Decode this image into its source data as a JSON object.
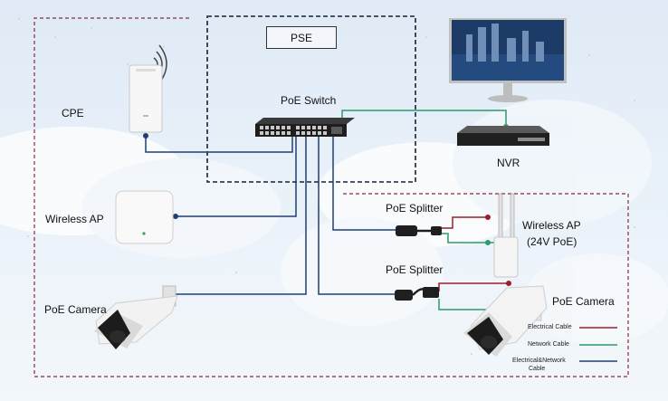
{
  "labels": {
    "pse": "PSE",
    "poe_switch": "PoE Switch",
    "cpe": "CPE",
    "nvr": "NVR",
    "wireless_ap": "Wireless AP",
    "poe_camera_left": "PoE Camera",
    "poe_splitter_top": "PoE Splitter",
    "poe_splitter_bottom": "PoE Splitter",
    "wireless_ap_24v_line1": "Wireless AP",
    "wireless_ap_24v_line2": "(24V PoE)",
    "poe_camera_right": "PoE Camera"
  },
  "legend": {
    "electrical": "Electrical Cable",
    "network": "Network Cable",
    "combined_line1": "Electrical&Network",
    "combined_line2": "Cable"
  },
  "colors": {
    "electrical": "#9a1f2c",
    "network": "#2f9a6a",
    "combined": "#1f3f73",
    "pse_border": "#1a1f3a",
    "outer_border": "#8a2a35"
  },
  "icons": {
    "switch": "poe-switch-icon",
    "cpe": "cpe-antenna-icon",
    "monitor": "monitor-icon",
    "nvr": "nvr-icon",
    "ap": "ceiling-ap-icon",
    "camera": "bullet-camera-icon",
    "splitter": "splitter-icon",
    "outdoor_ap": "outdoor-ap-icon"
  }
}
